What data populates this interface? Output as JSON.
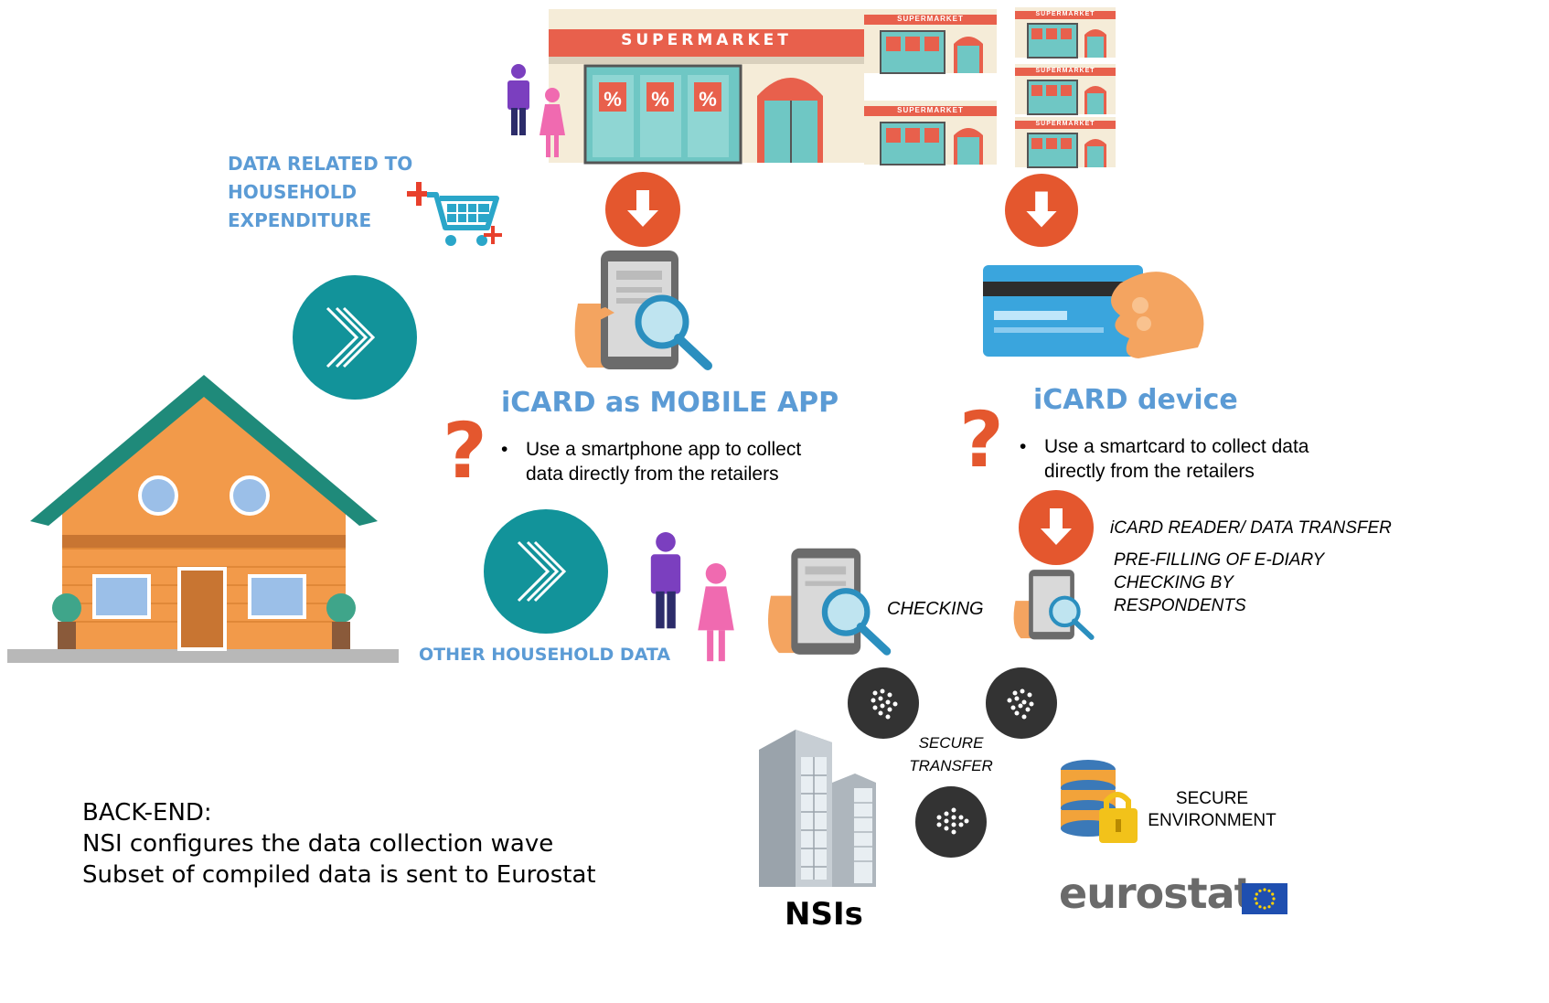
{
  "supermarket": {
    "sign_main": "SUPERMARKET",
    "sign_small": "SUPERMARKET",
    "discount_symbol": "%"
  },
  "labels": {
    "household_expenditure": [
      "DATA RELATED TO",
      "HOUSEHOLD",
      "EXPENDITURE"
    ],
    "other_household_data": "OTHER HOUSEHOLD DATA",
    "icard_app_title": "iCARD as MOBILE APP",
    "icard_app_bullet": [
      "Use a smartphone app to collect",
      "data directly from the retailers"
    ],
    "icard_device_title": "iCARD device",
    "icard_device_bullet": [
      "Use a smartcard to collect data",
      "directly from the retailers"
    ],
    "question_mark": "?",
    "reader_transfer": "iCARD READER/ DATA TRANSFER",
    "prefilling": [
      "PRE-FILLING OF E-DIARY",
      "CHECKING BY",
      "RESPONDENTS"
    ],
    "checking": "CHECKING",
    "secure_transfer": [
      "SECURE",
      "TRANSFER"
    ],
    "secure_environment": [
      "SECURE",
      "ENVIRONMENT"
    ],
    "nsis": "NSIs",
    "eurostat": "eurostat",
    "back_end": [
      "BACK-END:",
      "NSI configures the data collection wave",
      "Subset of compiled data is sent to Eurostat"
    ]
  },
  "icons": [
    "supermarket-icon",
    "shopping-cart-icon",
    "download-arrow-icon",
    "smartphone-search-icon",
    "smartcard-hand-icon",
    "fast-forward-icon",
    "question-icon",
    "man-icon",
    "woman-icon",
    "house-icon",
    "secure-transfer-icon",
    "office-buildings-icon",
    "database-lock-icon",
    "eu-flag-icon"
  ],
  "colors": {
    "teal": "#12939a",
    "orange_red": "#e4572e",
    "label_blue": "#5b9bd5",
    "house_orange": "#f29a4a",
    "roof_green": "#1f8a7a"
  }
}
